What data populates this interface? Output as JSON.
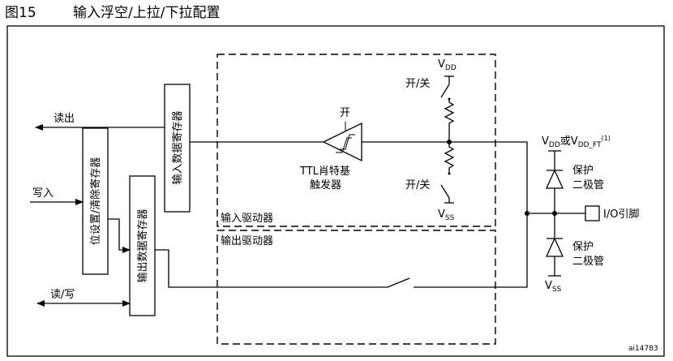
{
  "figure": {
    "number": "图15",
    "title": "输入浮空/上拉/下拉配置"
  },
  "labels": {
    "read_out": "读出",
    "write_in": "写入",
    "read_write": "读/写",
    "input_data_register": "输入数据寄存器",
    "bit_set_reset_register": "位设置/清除寄存器",
    "output_data_register": "输出数据寄存器",
    "schmitt_on": "开",
    "ttl_schmitt_line1": "TTL肖特基",
    "ttl_schmitt_line2": "触发器",
    "on_off_top": "开/关",
    "on_off_bottom": "开/关",
    "vdd": "V",
    "vdd_sub": "DD",
    "vss": "V",
    "vss_sub": "SS",
    "input_driver": "输入驱动器",
    "output_driver": "输出驱动器",
    "vdd_or_vddft_v": "V",
    "vdd_or_vddft_sub1": "DD",
    "vdd_or_vddft_or": "或V",
    "vdd_or_vddft_sub2": "DD_FT",
    "vdd_or_vddft_note": "(1)",
    "protect_diode_top_line1": "保护",
    "protect_diode_top_line2": "二极管",
    "protect_diode_bottom_line1": "保护",
    "protect_diode_bottom_line2": "二极管",
    "io_pin": "I/O引脚",
    "vss_right": "V",
    "vss_right_sub": "SS",
    "figure_code": "ai14783"
  },
  "colors": {
    "line": "#000000",
    "background": "#ffffff"
  }
}
